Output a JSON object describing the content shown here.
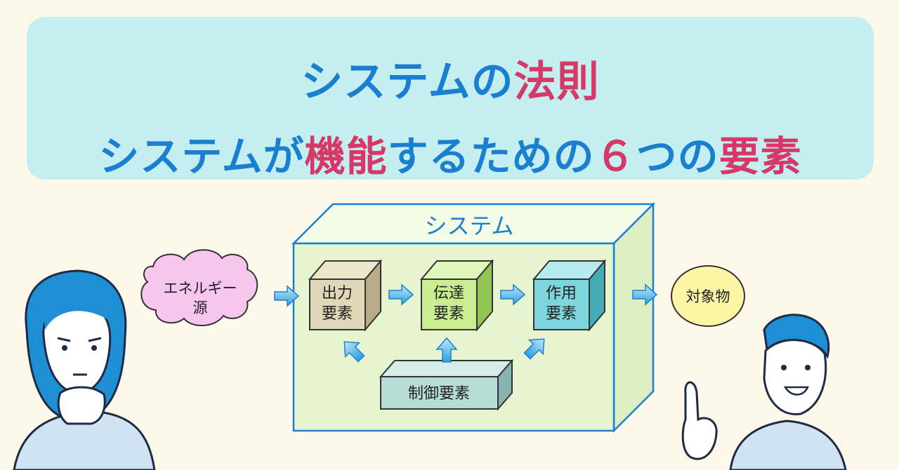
{
  "title": {
    "line1_prefix": "システムの",
    "line1_highlight": "法則",
    "line2_a": "システムが",
    "line2_highlight1": "機能",
    "line2_b": "するための",
    "line2_number": "６",
    "line2_c": "つの",
    "line2_highlight2": "要素"
  },
  "diagram": {
    "system_label": "システム",
    "energy_source": [
      "エネルギー",
      "源"
    ],
    "output_element": [
      "出力",
      "要素"
    ],
    "transmission_element": [
      "伝達",
      "要素"
    ],
    "action_element": [
      "作用",
      "要素"
    ],
    "control_element": "制御要素",
    "target": "対象物"
  },
  "colors": {
    "banner_bg": "#c4eef0",
    "title_blue": "#1b7fd0",
    "title_pink": "#d63867",
    "system_box": "#e6f5d0",
    "system_border": "#1e7fcf",
    "output_box": "#e0d7b8",
    "transmission_box": "#c9ee92",
    "action_box": "#7dd6dd",
    "control_box": "#b7dbd6",
    "energy_cloud": "#f6c6ee",
    "target_circle": "#fbf6a4"
  }
}
